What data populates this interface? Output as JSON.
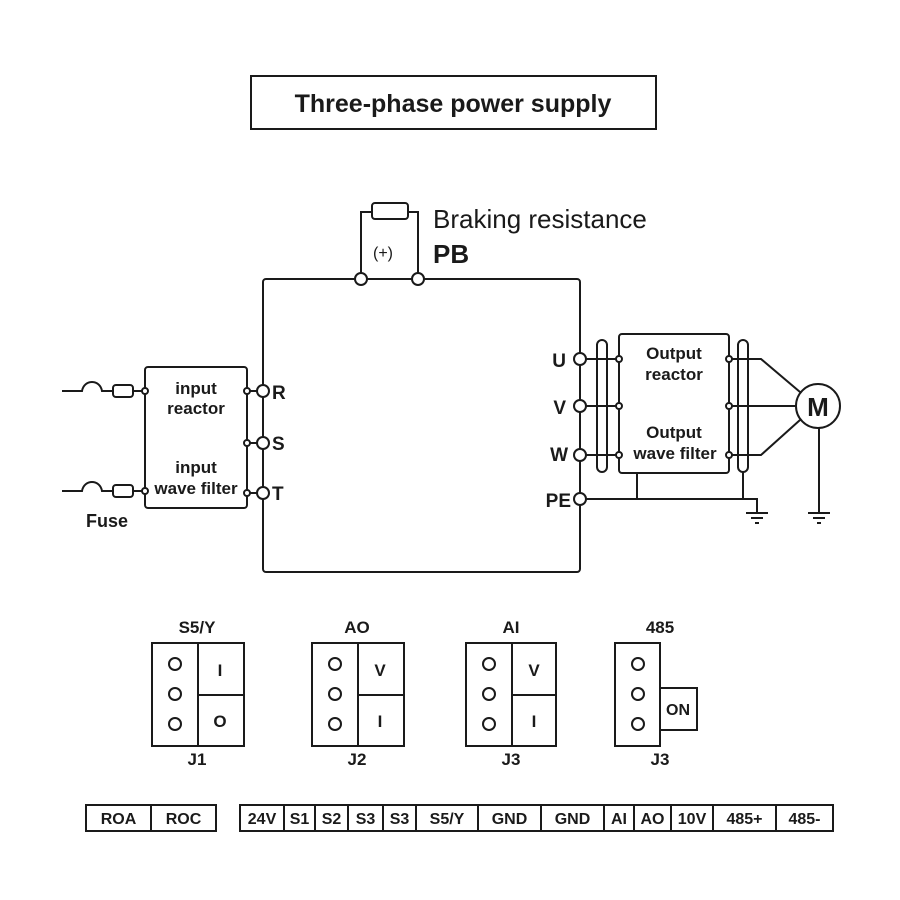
{
  "title": "Three-phase power supply",
  "braking": {
    "label": "Braking resistance",
    "terminal": "PB",
    "plus": "(+)"
  },
  "input": {
    "fuse_label": "Fuse",
    "reactor_line1": "input",
    "reactor_line2": "reactor",
    "filter_line1": "input",
    "filter_line2": "wave filter",
    "terminals": [
      "R",
      "S",
      "T"
    ]
  },
  "output": {
    "reactor_line1": "Output",
    "reactor_line2": "reactor",
    "filter_line1": "Output",
    "filter_line2": "wave filter",
    "terminals": [
      "U",
      "V",
      "W",
      "PE"
    ],
    "motor": "M"
  },
  "jumpers": [
    {
      "title": "S5/Y",
      "id": "J1",
      "options": [
        "I",
        "O"
      ]
    },
    {
      "title": "AO",
      "id": "J2",
      "options": [
        "V",
        "I"
      ]
    },
    {
      "title": "AI",
      "id": "J3",
      "options": [
        "V",
        "I"
      ]
    },
    {
      "title": "485",
      "id": "J3",
      "options": [
        "ON"
      ]
    }
  ],
  "terminal_strip": {
    "relay": [
      "ROA",
      "ROC"
    ],
    "control": [
      "24V",
      "S1",
      "S2",
      "S3",
      "S3",
      "S5/Y",
      "GND",
      "GND",
      "AI",
      "AO",
      "10V",
      "485+",
      "485-"
    ]
  }
}
